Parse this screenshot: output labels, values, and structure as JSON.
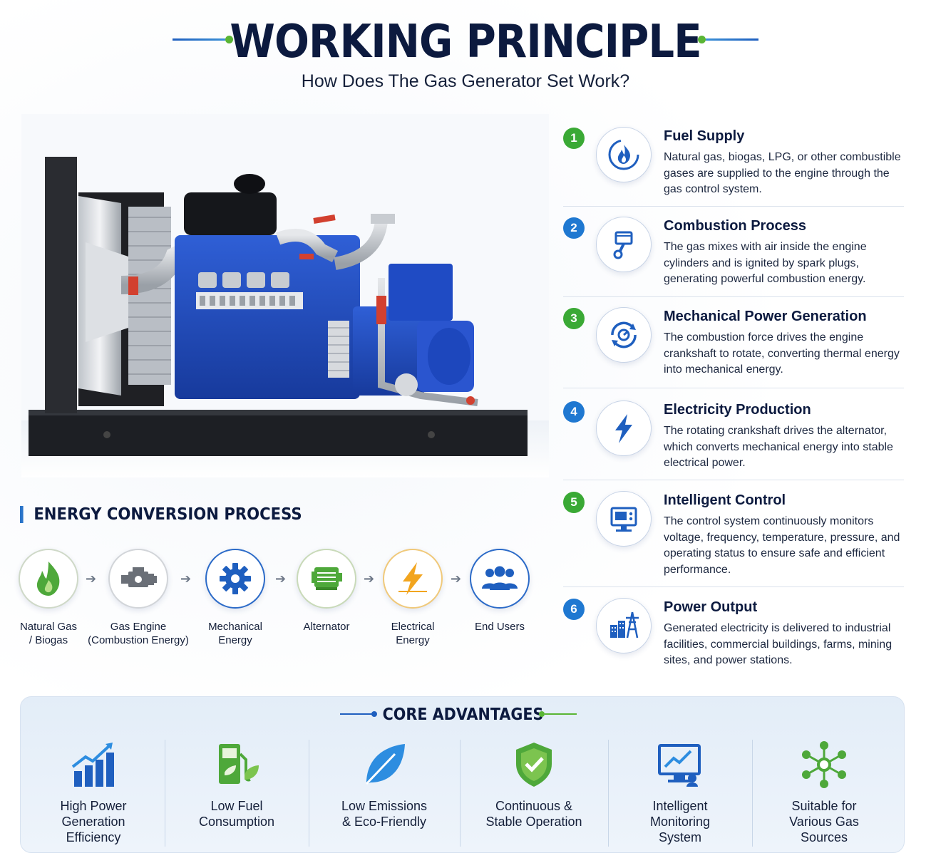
{
  "header": {
    "title": "WORKING PRINCIPLE",
    "subtitle": "How Does The Gas Generator Set Work?"
  },
  "colors": {
    "navy": "#0c1a3f",
    "accent_blue": "#1f5fbf",
    "accent_green": "#5ab534",
    "step_green": "#3aa935",
    "step_blue": "#1f78d1"
  },
  "steps": [
    {
      "number": "1",
      "icon": "flame-icon",
      "title": "Fuel Supply",
      "desc": "Natural gas, biogas, LPG, or other combustible gases are supplied to the engine through the gas control system."
    },
    {
      "number": "2",
      "icon": "piston-icon",
      "title": "Combustion Process",
      "desc": "The gas mixes with air inside the engine cylinders and is ignited by spark plugs, generating powerful combustion energy."
    },
    {
      "number": "3",
      "icon": "crankshaft-rotation-icon",
      "title": "Mechanical Power Generation",
      "desc": "The combustion force drives the engine crankshaft to rotate, converting thermal energy into mechanical energy."
    },
    {
      "number": "4",
      "icon": "lightning-bolt-icon",
      "title": "Electricity Production",
      "desc": "The rotating crankshaft drives the alternator, which converts mechanical energy into stable electrical power."
    },
    {
      "number": "5",
      "icon": "control-monitor-icon",
      "title": "Intelligent Control",
      "desc": "The control system continuously monitors voltage, frequency, temperature, pressure, and operating status to ensure safe and efficient performance."
    },
    {
      "number": "6",
      "icon": "power-tower-buildings-icon",
      "title": "Power Output",
      "desc": "Generated electricity is delivered to industrial facilities, commercial buildings, farms, mining sites, and power stations."
    }
  ],
  "energy_conversion": {
    "title": "ENERGY CONVERSION PROCESS",
    "items": [
      {
        "label_1": "Natural Gas",
        "label_2": "/ Biogas",
        "icon": "green-flame-icon"
      },
      {
        "label_1": "Gas Engine",
        "label_2": "(Combustion Energy)",
        "icon": "engine-icon"
      },
      {
        "label_1": "Mechanical",
        "label_2": "Energy",
        "icon": "gear-icon"
      },
      {
        "label_1": "Alternator",
        "label_2": "",
        "icon": "alternator-icon"
      },
      {
        "label_1": "Electrical",
        "label_2": "Energy",
        "icon": "electric-bolt-icon"
      },
      {
        "label_1": "End Users",
        "label_2": "",
        "icon": "users-group-icon"
      }
    ],
    "arrow": "➔"
  },
  "advantages": {
    "title": "CORE ADVANTAGES",
    "items": [
      {
        "line_1": "High Power",
        "line_2": "Generation",
        "line_3": "Efficiency",
        "icon": "bar-chart-growth-icon"
      },
      {
        "line_1": "Low Fuel",
        "line_2": "Consumption",
        "line_3": "",
        "icon": "fuel-pump-leaf-icon"
      },
      {
        "line_1": "Low Emissions",
        "line_2": "& Eco-Friendly",
        "line_3": "",
        "icon": "leaf-icon"
      },
      {
        "line_1": "Continuous &",
        "line_2": "Stable Operation",
        "line_3": "",
        "icon": "shield-check-icon"
      },
      {
        "line_1": "Intelligent",
        "line_2": "Monitoring",
        "line_3": "System",
        "icon": "monitor-chart-icon"
      },
      {
        "line_1": "Suitable for",
        "line_2": "Various Gas",
        "line_3": "Sources",
        "icon": "molecule-network-icon"
      }
    ]
  }
}
